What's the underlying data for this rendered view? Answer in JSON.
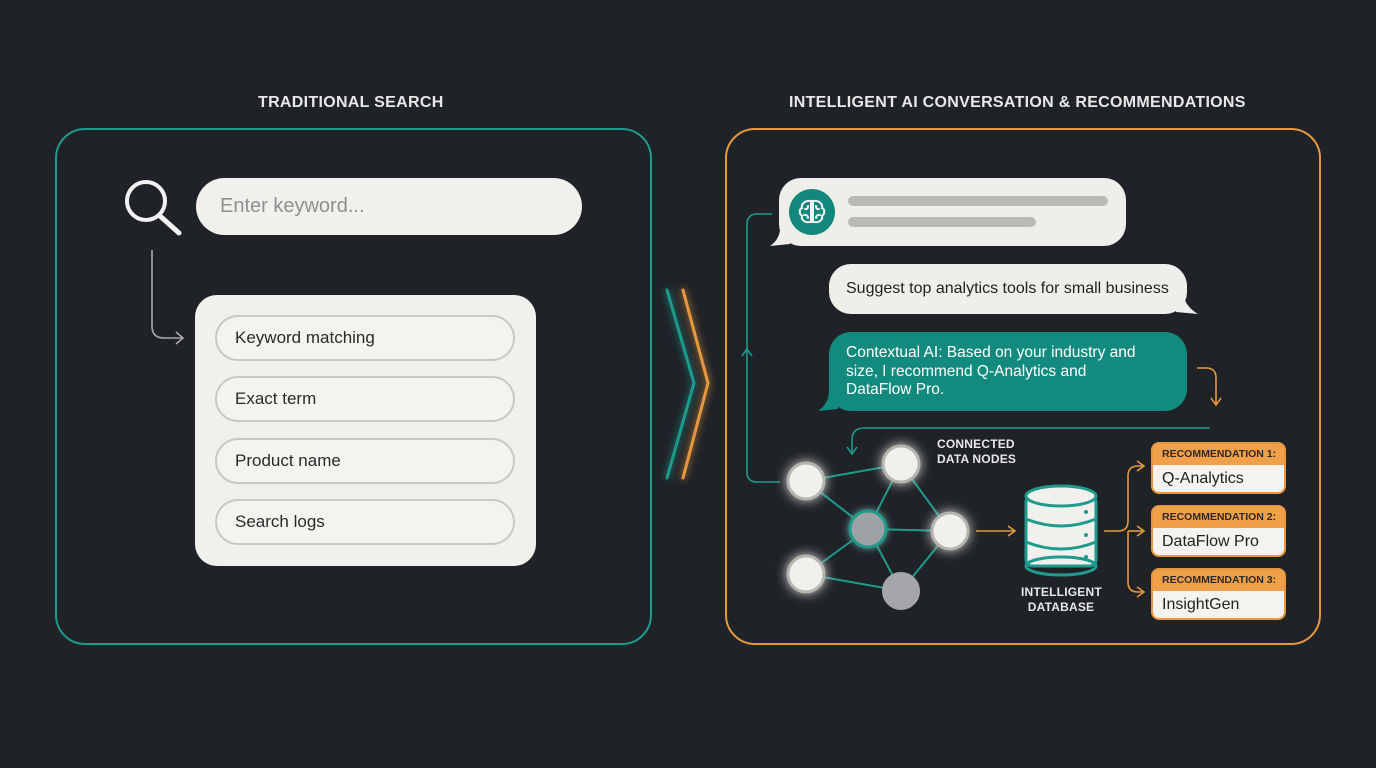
{
  "traditional": {
    "title": "TRADITIONAL SEARCH",
    "search_placeholder": "Enter keyword...",
    "results": [
      "Keyword matching",
      "Exact term",
      "Product name",
      "Search logs"
    ]
  },
  "intelligent": {
    "title": "INTELLIGENT AI CONVERSATION & RECOMMENDATIONS",
    "user_query": "Suggest top analytics tools for small business",
    "ai_response_lines": [
      "Contextual AI: Based on your industry and",
      "size, I recommend Q-Analytics and",
      "DataFlow Pro."
    ],
    "nodes_label_lines": [
      "CONNECTED",
      "DATA NODES"
    ],
    "database_label_lines": [
      "INTELLIGENT",
      "DATABASE"
    ],
    "recommendations": [
      {
        "label": "RECOMMENDATION 1:",
        "name": "Q-Analytics"
      },
      {
        "label": "RECOMMENDATION 2:",
        "name": "DataFlow Pro"
      },
      {
        "label": "RECOMMENDATION 3:",
        "name": "InsightGen"
      }
    ]
  },
  "colors": {
    "background": "#1f2227",
    "teal": "#1f9b8d",
    "orange": "#e6983f",
    "card": "#f1f0ec"
  },
  "icons": [
    "search-icon",
    "brain-icon",
    "database-icon"
  ]
}
